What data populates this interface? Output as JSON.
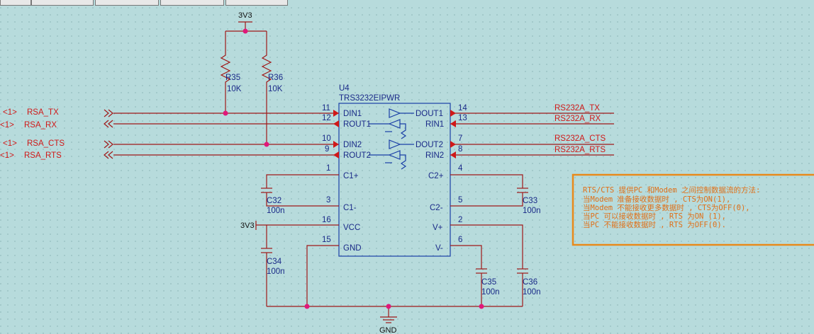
{
  "power": {
    "vcc_top": "3V3",
    "vcc_left": "3V3",
    "gnd": "GND"
  },
  "resistors": [
    {
      "ref": "R35",
      "value": "10K"
    },
    {
      "ref": "R36",
      "value": "10K"
    }
  ],
  "ic": {
    "ref": "U4",
    "part": "TRS3232EIPWR",
    "left_pins": [
      {
        "num": "11",
        "name": "DIN1"
      },
      {
        "num": "12",
        "name": "ROUT1"
      },
      {
        "num": "10",
        "name": "DIN2"
      },
      {
        "num": "9",
        "name": "ROUT2"
      },
      {
        "num": "1",
        "name": "C1+"
      },
      {
        "num": "3",
        "name": "C1-"
      },
      {
        "num": "16",
        "name": "VCC"
      },
      {
        "num": "15",
        "name": "GND"
      }
    ],
    "right_pins": [
      {
        "num": "14",
        "name": "DOUT1"
      },
      {
        "num": "13",
        "name": "RIN1"
      },
      {
        "num": "7",
        "name": "DOUT2"
      },
      {
        "num": "8",
        "name": "RIN2"
      },
      {
        "num": "4",
        "name": "C2+"
      },
      {
        "num": "5",
        "name": "C2-"
      },
      {
        "num": "2",
        "name": "V+"
      },
      {
        "num": "6",
        "name": "V-"
      }
    ]
  },
  "left_ports": [
    {
      "sheet": "<1>",
      "net": "RSA_TX"
    },
    {
      "sheet": "<1>",
      "net": "RSA_RX"
    },
    {
      "sheet": "<1>",
      "net": "RSA_CTS"
    },
    {
      "sheet": "<1>",
      "net": "RSA_RTS"
    }
  ],
  "right_nets": [
    "RS232A_TX",
    "RS232A_RX",
    "RS232A_CTS",
    "RS232A_RTS"
  ],
  "capacitors": [
    {
      "ref": "C32",
      "value": "100n"
    },
    {
      "ref": "C33",
      "value": "100n"
    },
    {
      "ref": "C34",
      "value": "100n"
    },
    {
      "ref": "C35",
      "value": "100n"
    },
    {
      "ref": "C36",
      "value": "100n"
    }
  ],
  "note": {
    "lines": [
      "RTS/CTS 提供PC 和Modem 之间控制数据流的方法:",
      "当Modem 准备接收数据时       , CTS为ON(1),",
      "当Modem 不能接收更多数据时   , CTS为OFF(0),",
      "当PC 可以接收数据时          , RTS 为ON (1),",
      "当PC 不能接收数据时          , RTS 为OFF(0)."
    ],
    "border_color": "#e88a1a"
  },
  "colors": {
    "wire": "#a01818",
    "component": "#1a3fa6",
    "net_label": "#d01818",
    "junction": "#e0187a"
  }
}
